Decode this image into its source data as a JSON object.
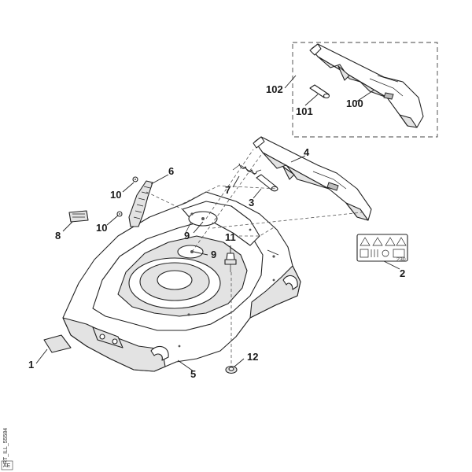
{
  "labels": {
    "p1": "1",
    "p2": "2",
    "p3": "3",
    "p4": "4",
    "p5": "5",
    "p6": "6",
    "p7": "7",
    "p8": "8",
    "p9a": "9",
    "p9b": "9",
    "p10a": "10",
    "p10b": "10",
    "p11": "11",
    "p12": "12",
    "p100": "100",
    "p101": "101",
    "p102": "102"
  },
  "drawing_code": "RT_ILL_55584",
  "drawing_code_suffix": "AE",
  "warning_label": {
    "tag": "230",
    "icons": [
      "warning-triangle-icon",
      "warning-triangle-icon",
      "warning-triangle-icon",
      "warning-triangle-icon",
      "manual-book-icon",
      "keep-distance-icon",
      "ear-protection-icon",
      "hot-surface-icon"
    ]
  }
}
